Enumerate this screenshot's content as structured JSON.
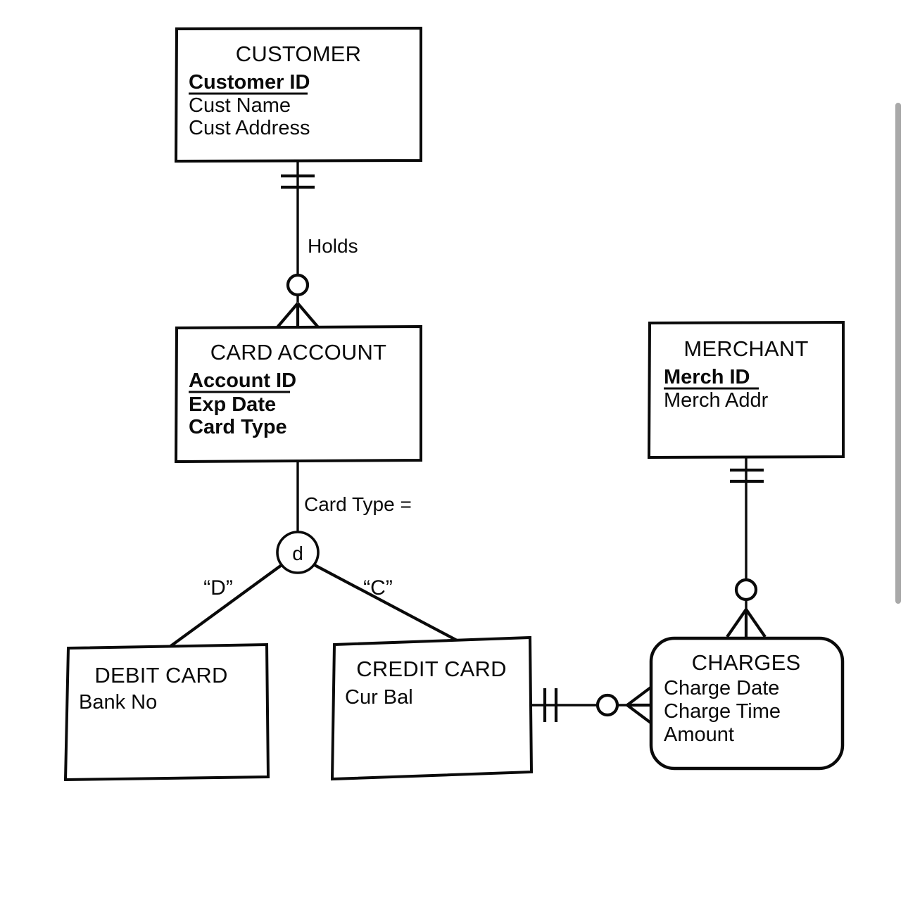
{
  "diagram": {
    "type": "entity-relationship-diagram",
    "notation": "crows-foot-with-supertype-subtype",
    "background_color": "#ffffff",
    "line_color": "#0a0a0a"
  },
  "entities": [
    {
      "id": "customer",
      "name": "CUSTOMER",
      "kind": "strong-entity",
      "shape": "rectangle",
      "attributes": [
        {
          "label": "Customer ID",
          "is_key": true
        },
        {
          "label": "Cust Name",
          "is_key": false
        },
        {
          "label": "Cust Address",
          "is_key": false
        }
      ]
    },
    {
      "id": "card-account",
      "name": "CARD ACCOUNT",
      "kind": "strong-entity",
      "shape": "rectangle",
      "attributes": [
        {
          "label": "Account ID",
          "is_key": true
        },
        {
          "label": "Exp Date",
          "is_key": false
        },
        {
          "label": "Card Type",
          "is_key": false
        }
      ]
    },
    {
      "id": "merchant",
      "name": "MERCHANT",
      "kind": "strong-entity",
      "shape": "rectangle",
      "attributes": [
        {
          "label": "Merch ID",
          "is_key": true
        },
        {
          "label": "Merch Addr",
          "is_key": false
        }
      ]
    },
    {
      "id": "debit-card",
      "name": "DEBIT CARD",
      "kind": "subtype",
      "shape": "rectangle",
      "attributes": [
        {
          "label": "Bank No",
          "is_key": false
        }
      ]
    },
    {
      "id": "credit-card",
      "name": "CREDIT CARD",
      "kind": "subtype",
      "shape": "rectangle",
      "attributes": [
        {
          "label": "Cur Bal",
          "is_key": false
        }
      ]
    },
    {
      "id": "charges",
      "name": "CHARGES",
      "kind": "weak-entity",
      "shape": "rounded-rectangle",
      "attributes": [
        {
          "label": "Charge Date",
          "is_key": false
        },
        {
          "label": "Charge Time",
          "is_key": false
        },
        {
          "label": "Amount",
          "is_key": false
        }
      ]
    }
  ],
  "relationships": [
    {
      "id": "holds",
      "label": "Holds",
      "from": "CUSTOMER",
      "to": "CARD ACCOUNT",
      "from_cardinality": "one-mandatory",
      "to_cardinality": "zero-or-many"
    },
    {
      "id": "merchant-charges",
      "label": "",
      "from": "MERCHANT",
      "to": "CHARGES",
      "from_cardinality": "one-mandatory",
      "to_cardinality": "zero-or-many"
    },
    {
      "id": "creditcard-charges",
      "label": "",
      "from": "CREDIT CARD",
      "to": "CHARGES",
      "from_cardinality": "one-mandatory",
      "to_cardinality": "zero-or-many"
    }
  ],
  "supertype_subtype": {
    "supertype": "CARD ACCOUNT",
    "discriminator_attribute": "Card Type =",
    "discriminator_symbol": "d",
    "discriminator_meaning": "disjoint",
    "branches": [
      {
        "value": "“D”",
        "subtype": "DEBIT CARD"
      },
      {
        "value": "“C”",
        "subtype": "CREDIT CARD"
      }
    ]
  },
  "scrollbar": {
    "visible": true,
    "orientation": "vertical",
    "color": "#a9a9a9"
  }
}
